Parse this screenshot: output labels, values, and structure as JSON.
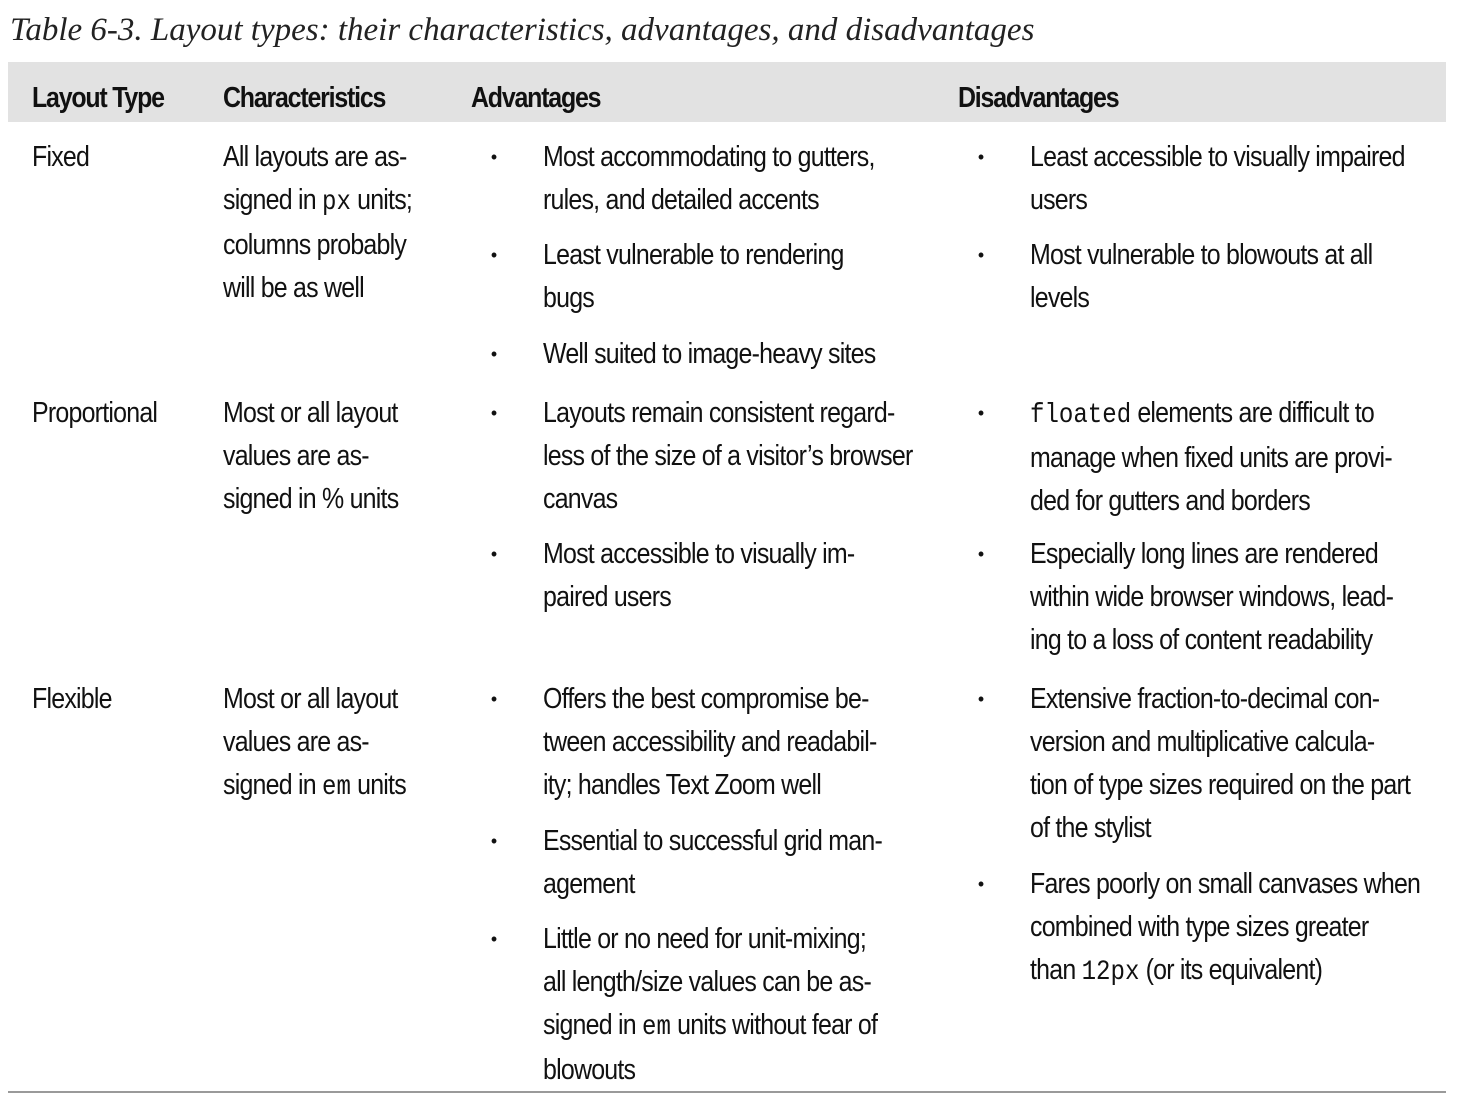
{
  "caption": "Table 6-3. Layout types: their characteristics, advantages, and disadvantages",
  "columns": [
    "Layout Type",
    "Characteristics",
    "Advantages",
    "Disadvantages"
  ],
  "rows": [
    {
      "type": "Fixed",
      "characteristics": [
        [
          {
            "t": "All layouts are as-"
          }
        ],
        [
          {
            "t": "signed in "
          },
          {
            "t": "px",
            "code": true
          },
          {
            "t": " units;"
          }
        ],
        [
          {
            "t": "columns probably"
          }
        ],
        [
          {
            "t": "will be as well"
          }
        ]
      ],
      "advantages": [
        [
          [
            {
              "t": "Most accommodating to gutters,"
            }
          ],
          [
            {
              "t": "rules, and detailed accents"
            }
          ]
        ],
        [
          [
            {
              "t": "Least vulnerable to rendering"
            }
          ],
          [
            {
              "t": "bugs"
            }
          ]
        ],
        [
          [
            {
              "t": "Well suited to image-heavy sites"
            }
          ]
        ]
      ],
      "disadvantages": [
        [
          [
            {
              "t": "Least accessible to visually impaired"
            }
          ],
          [
            {
              "t": "users"
            }
          ]
        ],
        [
          [
            {
              "t": "Most vulnerable to blowouts at all"
            }
          ],
          [
            {
              "t": "levels"
            }
          ]
        ]
      ]
    },
    {
      "type": "Proportional",
      "characteristics": [
        [
          {
            "t": "Most or all layout"
          }
        ],
        [
          {
            "t": "values are as-"
          }
        ],
        [
          {
            "t": "signed in % units"
          }
        ]
      ],
      "advantages": [
        [
          [
            {
              "t": "Layouts remain consistent regard-"
            }
          ],
          [
            {
              "t": "less of the size of a visitor’s browser"
            }
          ],
          [
            {
              "t": "canvas"
            }
          ]
        ],
        [
          [
            {
              "t": "Most accessible to visually im-"
            }
          ],
          [
            {
              "t": "paired users"
            }
          ]
        ]
      ],
      "disadvantages": [
        [
          [
            {
              "t": "floated",
              "code": true
            },
            {
              "t": " elements are difficult to"
            }
          ],
          [
            {
              "t": "manage when fixed units are provi-"
            }
          ],
          [
            {
              "t": "ded for gutters and borders"
            }
          ]
        ],
        [
          [
            {
              "t": "Especially long lines are rendered"
            }
          ],
          [
            {
              "t": "within wide browser windows, lead-"
            }
          ],
          [
            {
              "t": "ing to a loss of content readability"
            }
          ]
        ]
      ]
    },
    {
      "type": "Flexible",
      "characteristics": [
        [
          {
            "t": "Most or all layout"
          }
        ],
        [
          {
            "t": "values are as-"
          }
        ],
        [
          {
            "t": "signed in "
          },
          {
            "t": "em",
            "code": true
          },
          {
            "t": " units"
          }
        ]
      ],
      "advantages": [
        [
          [
            {
              "t": "Offers the best compromise be-"
            }
          ],
          [
            {
              "t": "tween accessibility and readabil-"
            }
          ],
          [
            {
              "t": "ity; handles Text Zoom well"
            }
          ]
        ],
        [
          [
            {
              "t": "Essential to successful grid man-"
            }
          ],
          [
            {
              "t": "agement"
            }
          ]
        ],
        [
          [
            {
              "t": "Little or no need for unit-mixing;"
            }
          ],
          [
            {
              "t": "all length/size values can be as-"
            }
          ],
          [
            {
              "t": "signed in "
            },
            {
              "t": "em",
              "code": true
            },
            {
              "t": " units without fear of"
            }
          ],
          [
            {
              "t": "blowouts"
            }
          ]
        ]
      ],
      "disadvantages": [
        [
          [
            {
              "t": "Extensive fraction-to-decimal con-"
            }
          ],
          [
            {
              "t": "version and multiplicative calcula-"
            }
          ],
          [
            {
              "t": "tion of type sizes required on the part"
            }
          ],
          [
            {
              "t": "of the stylist"
            }
          ]
        ],
        [
          [
            {
              "t": "Fares poorly on small canvases when"
            }
          ],
          [
            {
              "t": "combined with type sizes greater"
            }
          ],
          [
            {
              "t": "than "
            },
            {
              "t": "12px",
              "code": true
            },
            {
              "t": " (or its equivalent)"
            }
          ]
        ]
      ]
    }
  ]
}
